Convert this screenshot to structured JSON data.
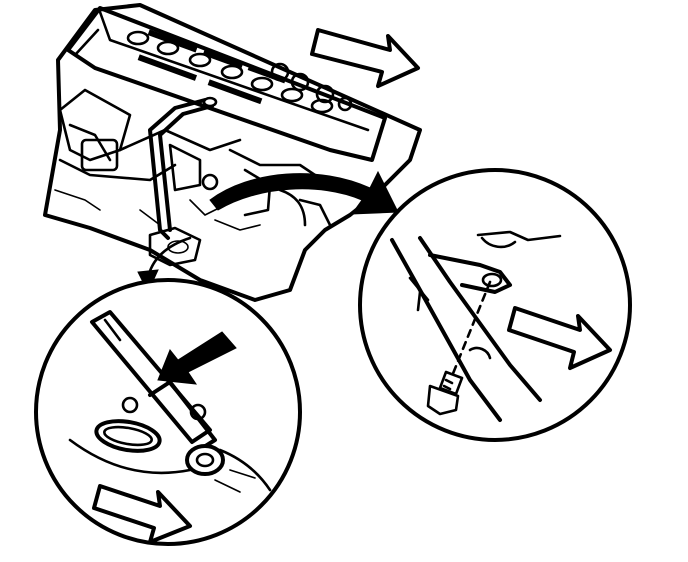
{
  "diagram": {
    "description_visible_text": [],
    "colors": {
      "ink": "#000000",
      "paper": "#ffffff"
    },
    "callouts": [
      {
        "id": "detail-left",
        "shape": "circle"
      },
      {
        "id": "detail-right",
        "shape": "circle"
      }
    ],
    "arrows": [
      {
        "id": "direction-arrow-top",
        "style": "hollow-block"
      },
      {
        "id": "direction-arrow-right-detail",
        "style": "hollow-block"
      },
      {
        "id": "direction-arrow-bottom-left",
        "style": "hollow-block"
      },
      {
        "id": "pointer-arrow-left-detail",
        "style": "solid"
      },
      {
        "id": "curved-arrow-to-right-detail",
        "style": "solid-curved"
      },
      {
        "id": "curved-arrow-to-left-detail",
        "style": "thin-curved"
      }
    ]
  }
}
